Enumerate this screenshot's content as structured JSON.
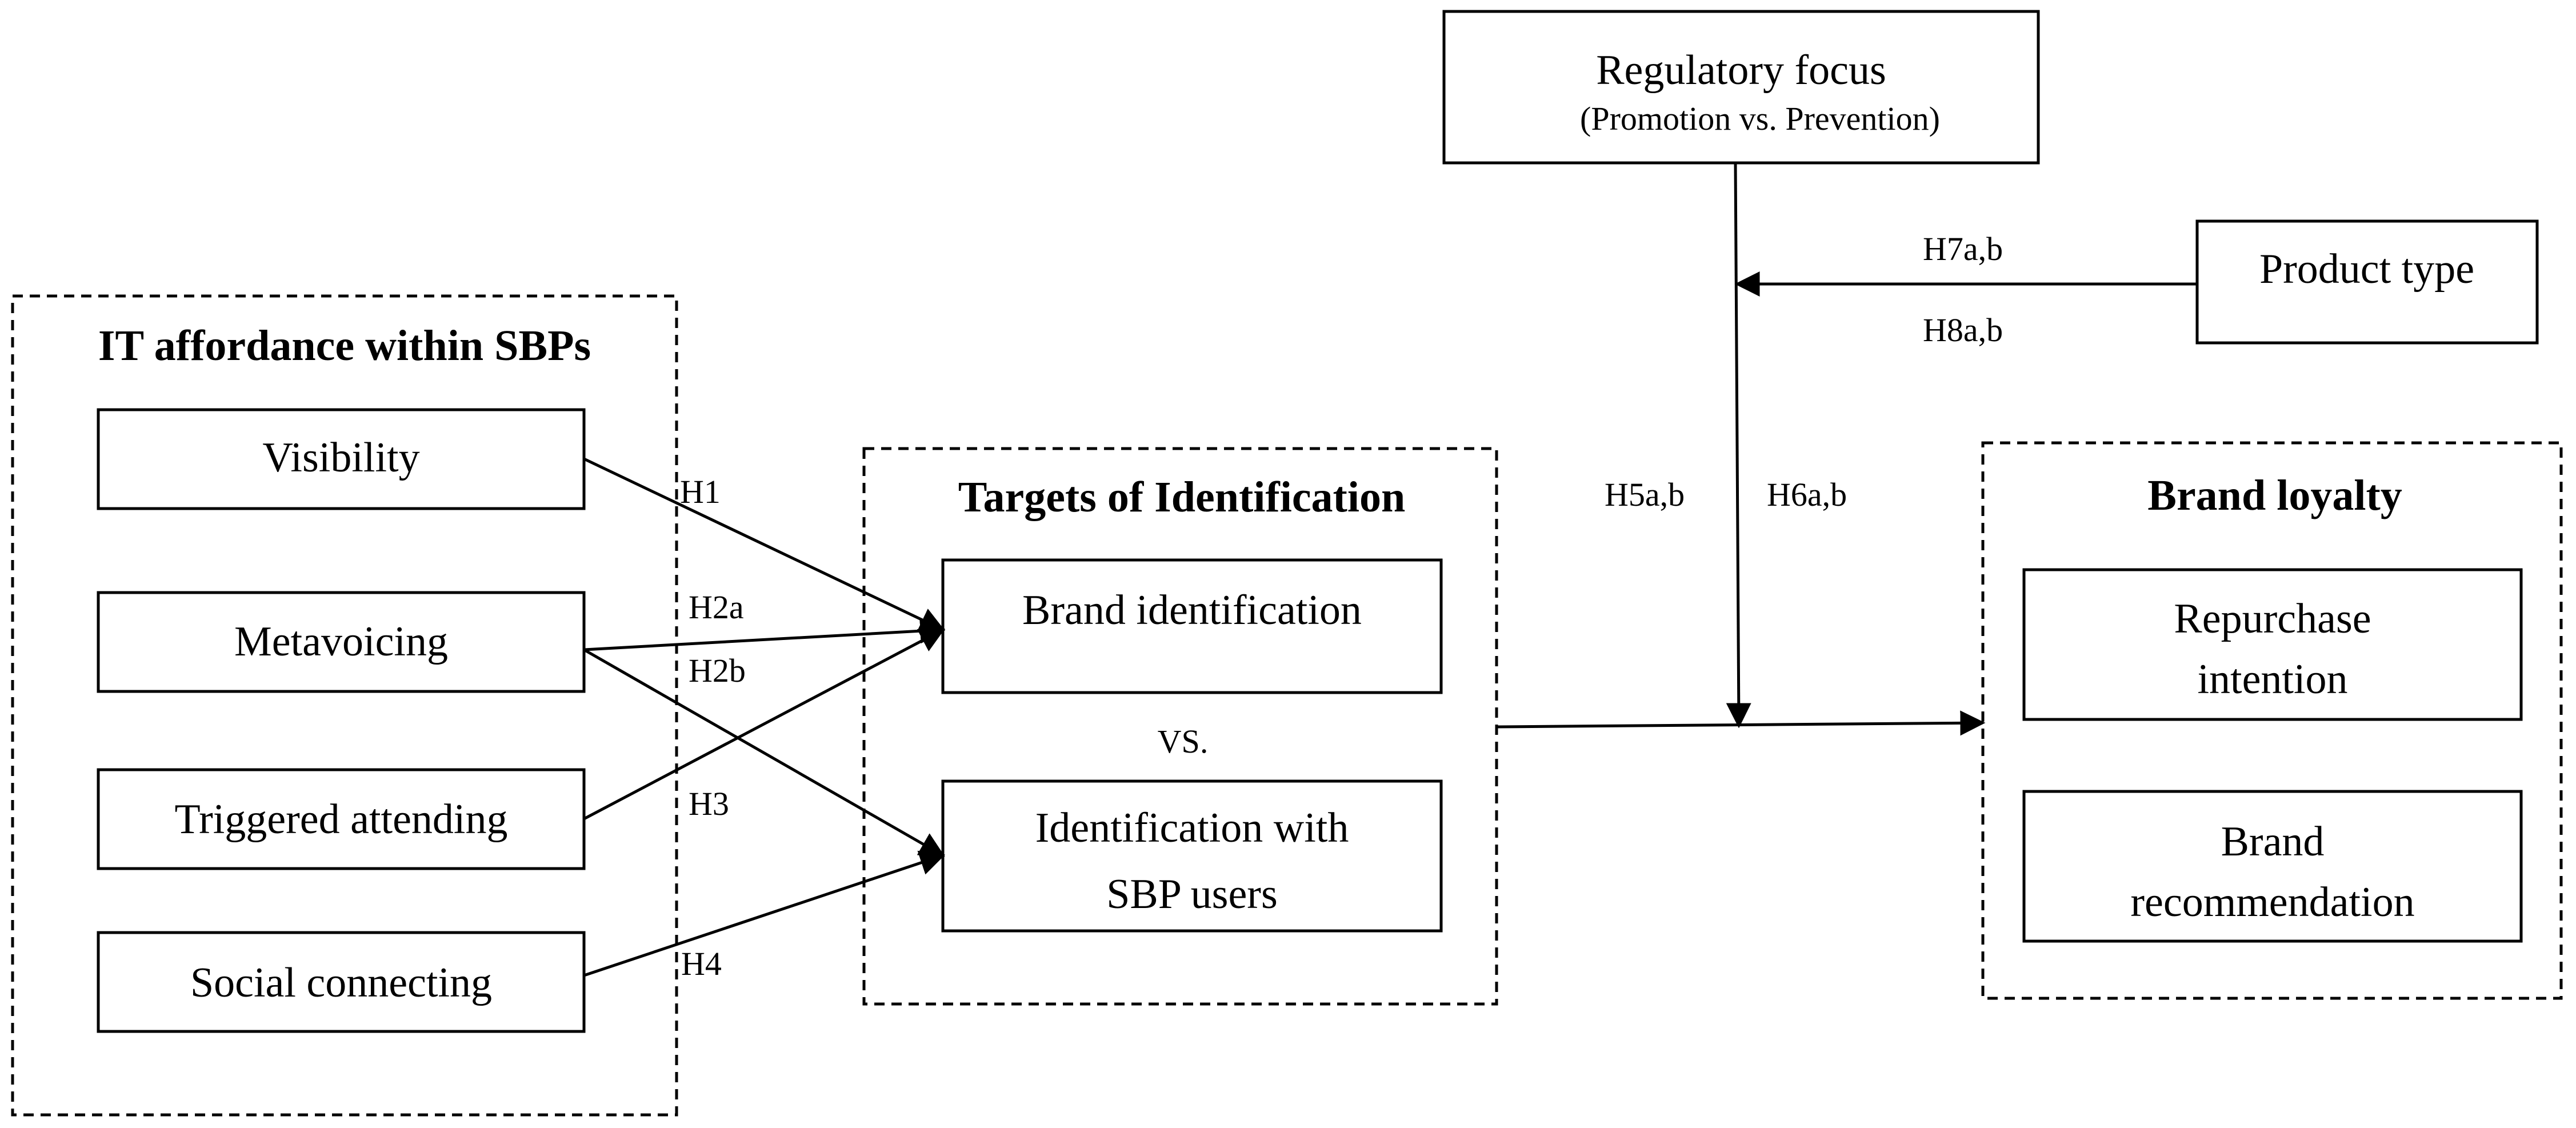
{
  "groups": {
    "it_affordance": {
      "title": "IT affordance within SBPs"
    },
    "targets": {
      "title": "Targets of Identification"
    },
    "loyalty": {
      "title": "Brand loyalty"
    }
  },
  "boxes": {
    "visibility": "Visibility",
    "metavoicing": "Metavoicing",
    "triggered_attending": "Triggered attending",
    "social_connecting": "Social connecting",
    "brand_identification": "Brand identification",
    "identification_sbp_users": [
      "Identification with",
      "SBP users"
    ],
    "regulatory_focus": "Regulatory focus",
    "regulatory_focus_sub": "(Promotion vs. Prevention)",
    "product_type": "Product type",
    "repurchase_intention": [
      "Repurchase",
      "intention"
    ],
    "brand_recommendation": [
      "Brand",
      "recommendation"
    ]
  },
  "vs_label": "VS.",
  "hypotheses": {
    "h1": "H1",
    "h2a": "H2a",
    "h2b": "H2b",
    "h3": "H3",
    "h4": "H4",
    "h5": "H5a,b",
    "h6": "H6a,b",
    "h7": "H7a,b",
    "h8": "H8a,b"
  }
}
